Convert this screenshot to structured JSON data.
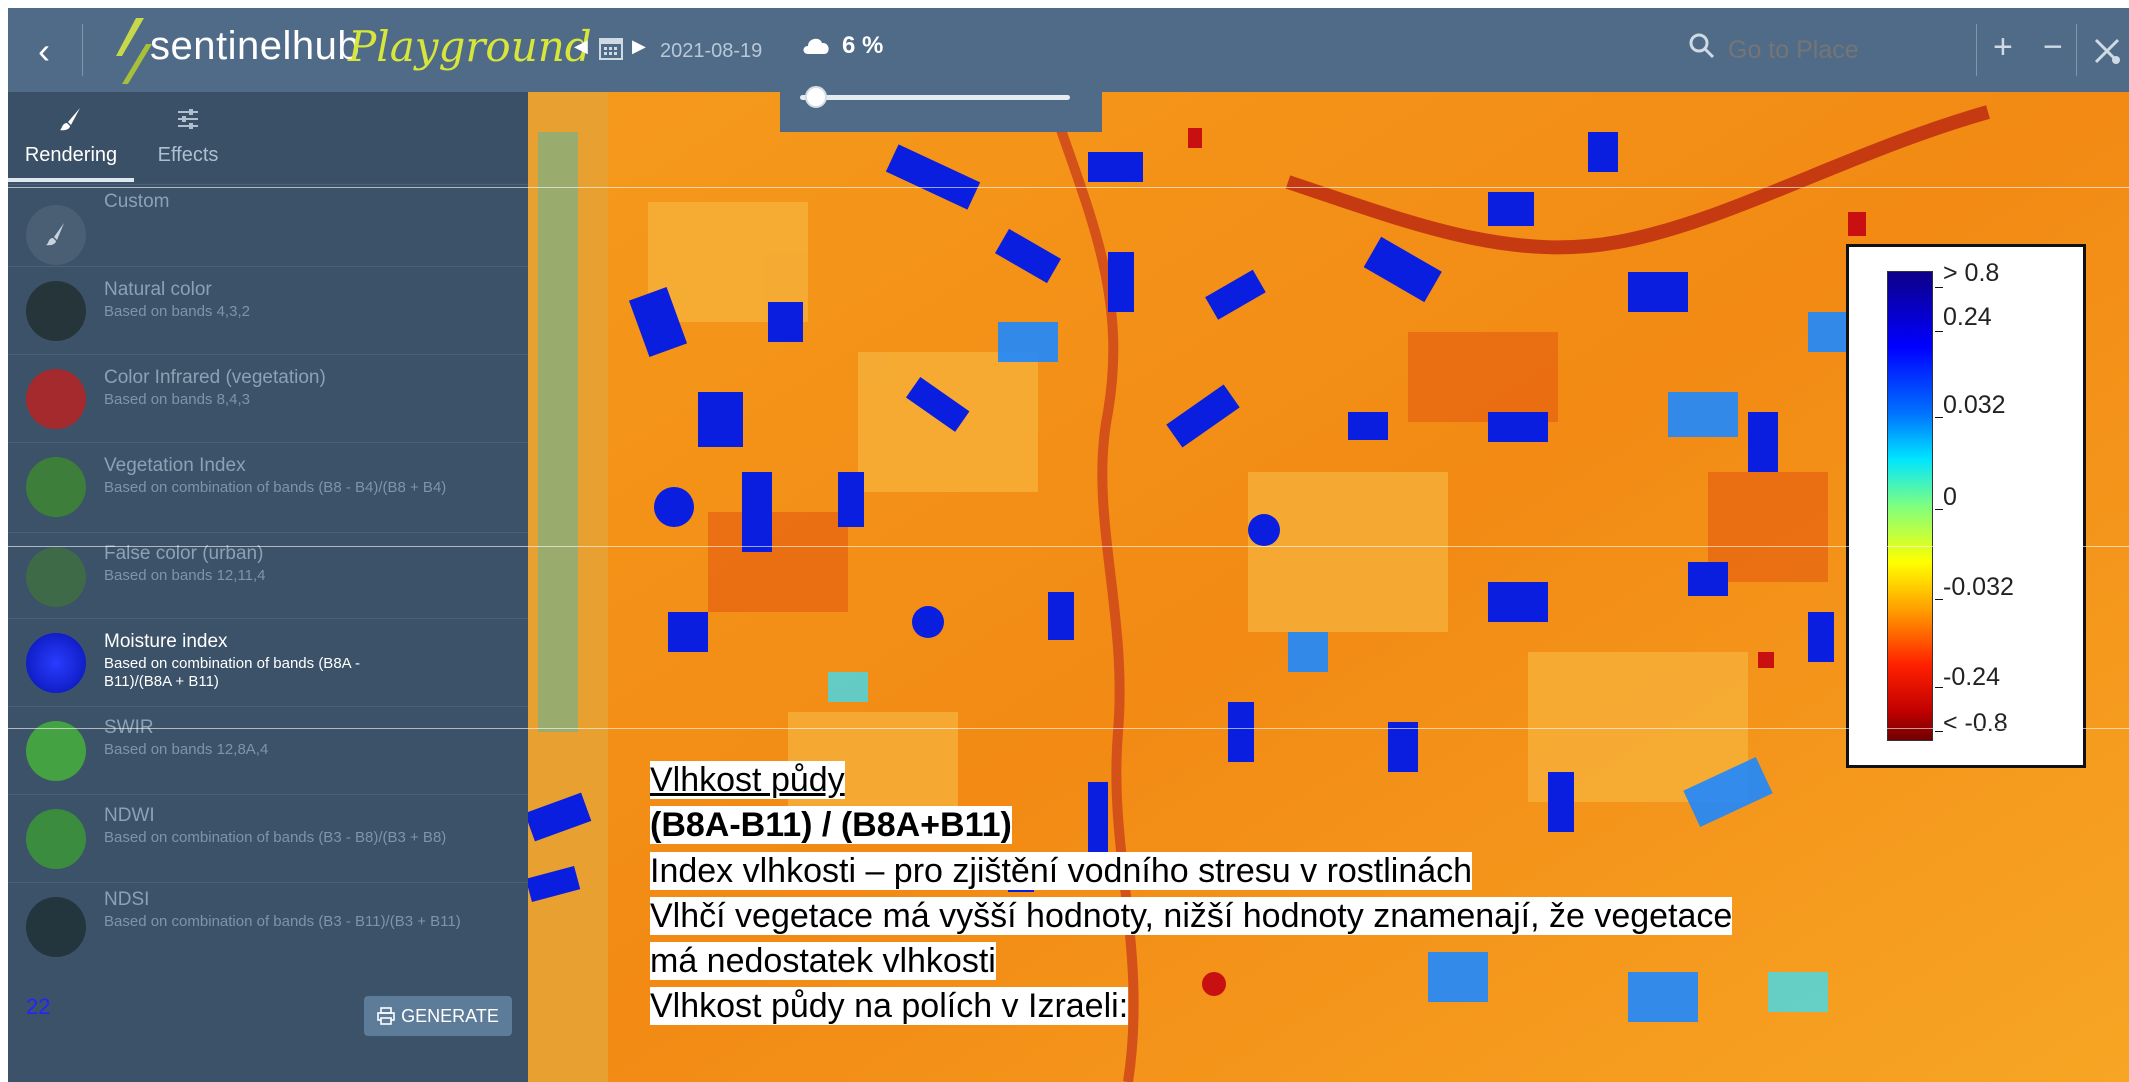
{
  "header": {
    "back_label": "‹",
    "brand": "sentinelhub",
    "brand_sub": "Playground",
    "date": "2021-08-19",
    "cloud_coverage": "6 %",
    "cloud_slider_fraction": 0.06,
    "search_placeholder": "Go to Place",
    "zoom_in": "+",
    "zoom_out": "−"
  },
  "sidebar": {
    "tabs": [
      {
        "label": "Rendering",
        "icon": "brush-icon",
        "active": true
      },
      {
        "label": "Effects",
        "icon": "sliders-icon",
        "active": false
      }
    ],
    "items": [
      {
        "title": "Custom",
        "subtitle": "",
        "thumb": "#4a5f74"
      },
      {
        "title": "Natural color",
        "subtitle": "Based on bands 4,3,2",
        "thumb": "#26353a"
      },
      {
        "title": "Color Infrared (vegetation)",
        "subtitle": "Based on bands 8,4,3",
        "thumb": "#a42a2e"
      },
      {
        "title": "Vegetation Index",
        "subtitle": "Based on combination of bands (B8 - B4)/(B8 + B4)",
        "thumb": "#3d7f3a"
      },
      {
        "title": "False color (urban)",
        "subtitle": "Based on bands 12,11,4",
        "thumb": "#3f6a48"
      },
      {
        "title": "Moisture index",
        "subtitle": "Based on combination of bands (B8A - B11)/(B8A + B11)",
        "thumb": "#1022c8",
        "active": true
      },
      {
        "title": "SWIR",
        "subtitle": "Based on bands 12,8A,4",
        "thumb": "#44a243"
      },
      {
        "title": "NDWI",
        "subtitle": "Based on combination of bands (B3 - B8)/(B3 + B8)",
        "thumb": "#3b8c3f"
      },
      {
        "title": "NDSI",
        "subtitle": "Based on combination of bands (B3 - B11)/(B3 + B11)",
        "thumb": "#24363d"
      }
    ],
    "generate_label": "GENERATE"
  },
  "slide_number": "22",
  "legend": {
    "labels": [
      "> 0.8",
      "0.24",
      "0.032",
      "0",
      "-0.032",
      "-0.24",
      "< -0.8"
    ]
  },
  "caption": {
    "title": "Vlhkost půdy",
    "formula": "(B8A-B11) / (B8A+B11)",
    "line1": "Index vlhkosti – pro zjištění vodního stresu v rostlinách",
    "line2": "Vlhčí vegetace má vyšší hodnoty, nižší hodnoty znamenají, že vegetace",
    "line3": "má nedostatek vlhkosti",
    "line4": "Vlhkost půdy na polích v Izraeli:"
  }
}
